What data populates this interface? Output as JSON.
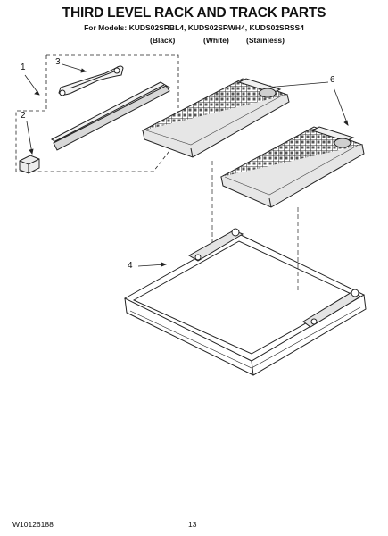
{
  "header": {
    "title": "THIRD LEVEL RACK AND TRACK PARTS",
    "models_line": "For Models: KUDS02SRBL4, KUDS02SRWH4, KUDS02SRSS4",
    "variants": [
      "(Black)",
      "(White)",
      "(Stainless)"
    ]
  },
  "callouts": {
    "c1": "1",
    "c2": "2",
    "c3": "3",
    "c4": "4",
    "c6": "6"
  },
  "footer": {
    "part_number": "W10126188",
    "page_number": "13"
  },
  "colors": {
    "line": "#222222",
    "background": "#ffffff"
  }
}
